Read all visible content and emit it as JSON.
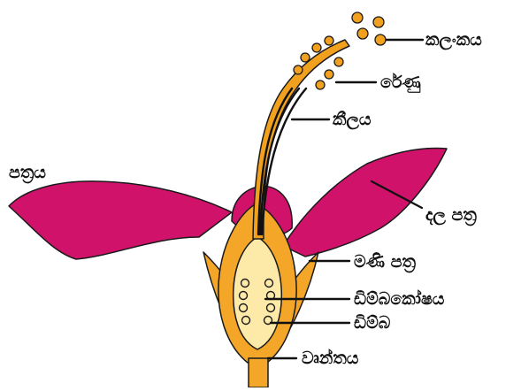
{
  "labels": {
    "stigma": "කලංකය",
    "pollen": "රේණු",
    "style": "කීලය",
    "flower": "පත්‍රය",
    "petal": "දල පත්‍ර",
    "sepal": "මණි පත්‍ර",
    "ovary": "ඩිම්බකෝෂය",
    "ovule": "ඩිම්බ",
    "receptacle": "වෘන්තය"
  },
  "colors": {
    "petal": "#d1126b",
    "sepal": "#f4a628",
    "sepal_inner": "#f7c24a",
    "style": "#f2a11f",
    "ovary_fill": "#fde9a8",
    "ovule": "#fde9a8",
    "outline": "#1a1a1a"
  }
}
